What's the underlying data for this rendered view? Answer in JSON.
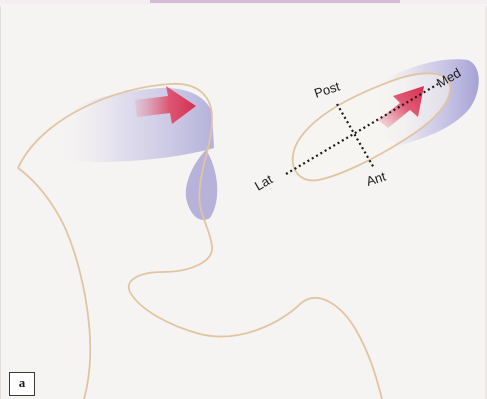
{
  "figure": {
    "panel_letter": "a",
    "colors": {
      "background": "#f6f4f2",
      "outline": "#e2c8a8",
      "shadow": "#b8b5dc",
      "arrow": "#d93a5a",
      "axis_text": "#1a1a1a"
    },
    "axes": {
      "post": "Post",
      "ant": "Ant",
      "lat": "Lat",
      "med": "Med"
    },
    "icons": [
      "glenoid-outline",
      "humeral-head-outline",
      "anterior-translation-arrow",
      "medial-translation-arrow"
    ]
  }
}
